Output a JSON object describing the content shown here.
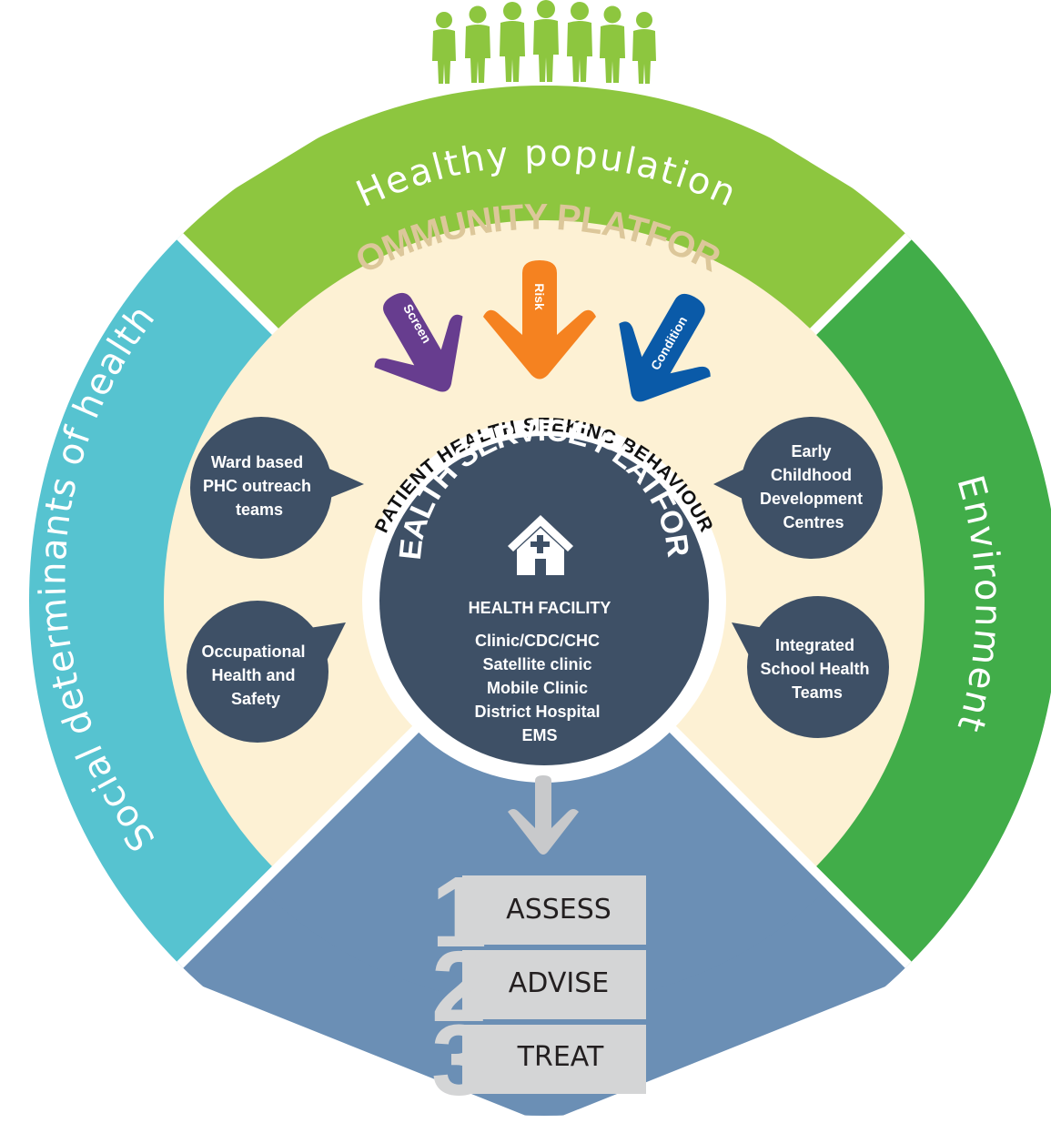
{
  "outer_ring": {
    "top": {
      "label": "Healthy population",
      "color": "#8dc63f"
    },
    "left": {
      "label": "Social determinants of health",
      "color": "#56c3d0"
    },
    "right": {
      "label": "Environment",
      "color": "#41ad49"
    },
    "bottom": {
      "color": "#6b8fb5"
    }
  },
  "community": {
    "title": "COMMUNITY PLATFORM",
    "title_color": "#dcc79a",
    "fill": "#fdf1d4",
    "arrows": [
      {
        "label": "Screen",
        "color": "#673d8f"
      },
      {
        "label": "Risk",
        "color": "#f58220"
      },
      {
        "label": "Condition",
        "color": "#0a5aa8"
      }
    ]
  },
  "center": {
    "arc_text": "PATIENT HEALTH SEEKING BEHAVIOUR",
    "title": "HEALTH SERVICE PLATFORM",
    "icon": "house-cross-icon",
    "facility_heading": "HEALTH FACILITY",
    "facility_lines": [
      "Clinic/CDC/CHC",
      "Satellite clinic",
      "Mobile Clinic",
      "District Hospital",
      "EMS"
    ],
    "fill": "#3e5066"
  },
  "bubbles": {
    "ward": [
      "Ward based",
      "PHC outreach",
      "teams"
    ],
    "occupational": [
      "Occupational",
      "Health and",
      "Safety"
    ],
    "ecd": [
      "Early",
      "Childhood",
      "Development",
      "Centres"
    ],
    "school": [
      "Integrated",
      "School Health",
      "Teams"
    ]
  },
  "steps": [
    {
      "number": "1",
      "label": "ASSESS"
    },
    {
      "number": "2",
      "label": "ADVISE"
    },
    {
      "number": "3",
      "label": "TREAT"
    }
  ]
}
